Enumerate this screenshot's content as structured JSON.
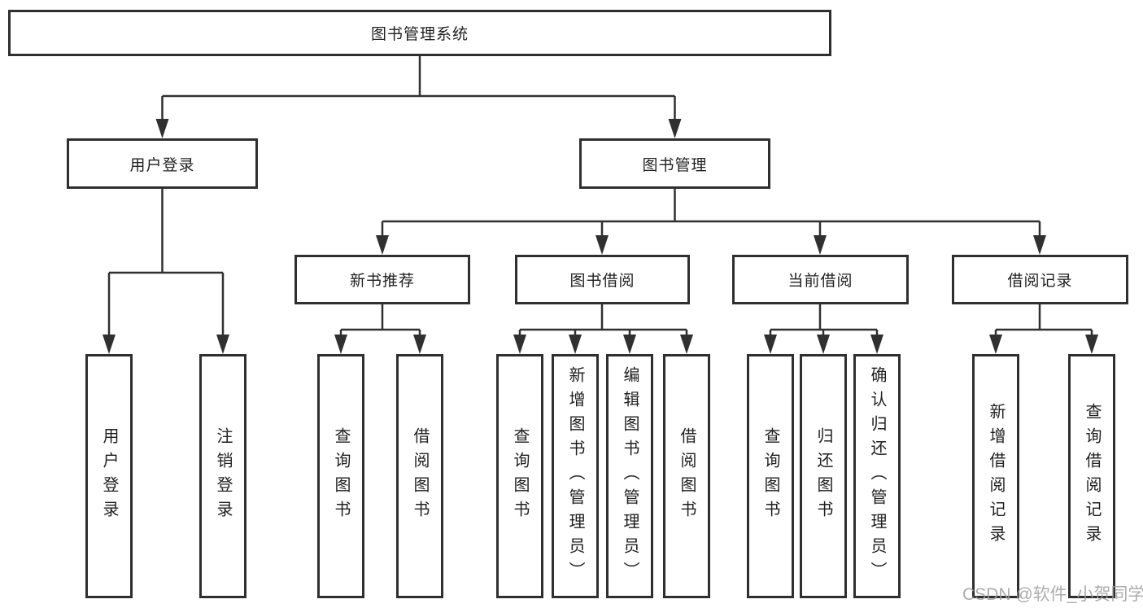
{
  "diagram": {
    "root": {
      "label": "图书管理系统"
    },
    "level1": [
      {
        "label": "用户登录"
      },
      {
        "label": "图书管理"
      }
    ],
    "level2": [
      {
        "label": "新书推荐"
      },
      {
        "label": "图书借阅"
      },
      {
        "label": "当前借阅"
      },
      {
        "label": "借阅记录"
      }
    ],
    "leaves": [
      {
        "parent": "用户登录",
        "label": "用户登录"
      },
      {
        "parent": "用户登录",
        "label": "注销登录"
      },
      {
        "parent": "新书推荐",
        "label": "查询图书"
      },
      {
        "parent": "新书推荐",
        "label": "借阅图书"
      },
      {
        "parent": "图书借阅",
        "label": "查询图书"
      },
      {
        "parent": "图书借阅",
        "label": "新增图书（管理员）"
      },
      {
        "parent": "图书借阅",
        "label": "编辑图书（管理员）"
      },
      {
        "parent": "图书借阅",
        "label": "借阅图书"
      },
      {
        "parent": "当前借阅",
        "label": "查询图书"
      },
      {
        "parent": "当前借阅",
        "label": "归还图书"
      },
      {
        "parent": "当前借阅",
        "label": "确认归还（管理员）"
      },
      {
        "parent": "借阅记录",
        "label": "新增借阅记录"
      },
      {
        "parent": "借阅记录",
        "label": "查询借阅记录"
      }
    ],
    "watermark": "CSDN @软件_小贺同学",
    "colors": {
      "line": "#303030",
      "border": "#2f2f2f",
      "text": "#1f1f1f",
      "watermark": "#9e9e9e",
      "background": "#ffffff"
    }
  }
}
